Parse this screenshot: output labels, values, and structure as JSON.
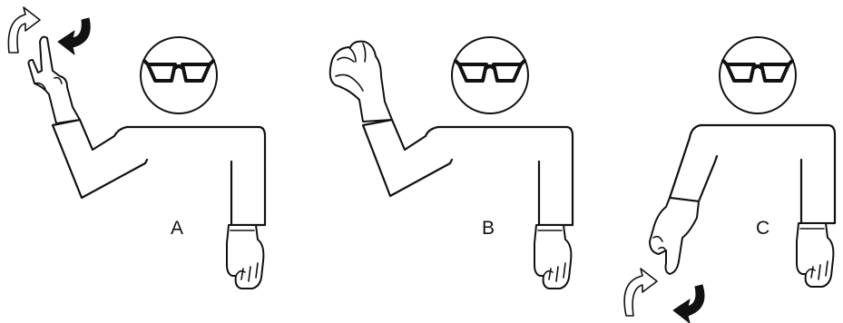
{
  "figures": [
    {
      "label": "A",
      "gesture": "index-finger-raised-rotating",
      "arm": "raised"
    },
    {
      "label": "B",
      "gesture": "closed-fist-raised",
      "arm": "raised"
    },
    {
      "label": "C",
      "gesture": "index-finger-pointing-down-rotating",
      "arm": "lowered"
    }
  ],
  "colors": {
    "line": "#111111",
    "background": "#ffffff"
  }
}
